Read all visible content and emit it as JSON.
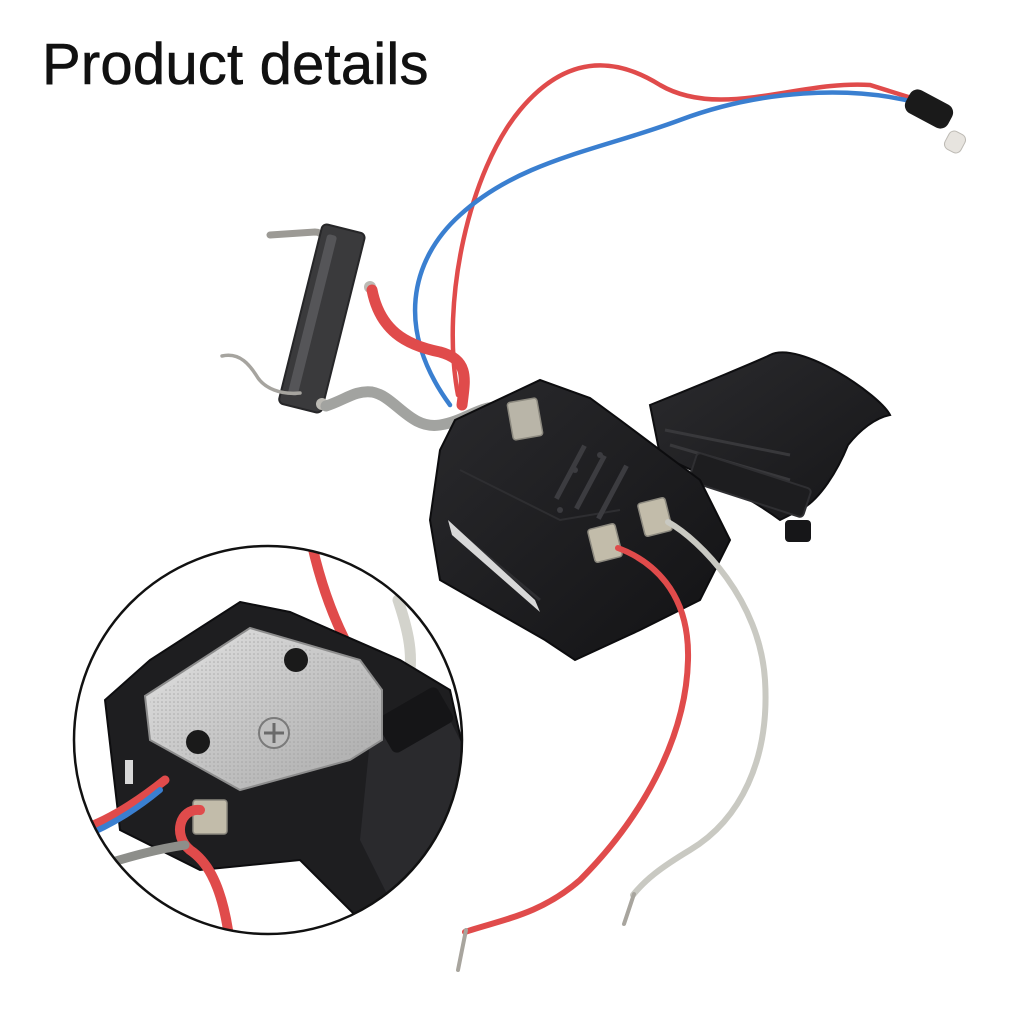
{
  "header": {
    "title": "Product details"
  },
  "colors": {
    "background": "#ffffff",
    "title_text": "#111111",
    "switch_body": "#1c1c1e",
    "red_wire": "#e04b4b",
    "blue_wire": "#3a7fd0",
    "grey_wire": "#c9c9c2",
    "metal_plate": "#c8c8c8"
  },
  "image": {
    "main_subject": "trigger-switch-with-wires",
    "inset_subject": "switch-closeup-magnified"
  }
}
